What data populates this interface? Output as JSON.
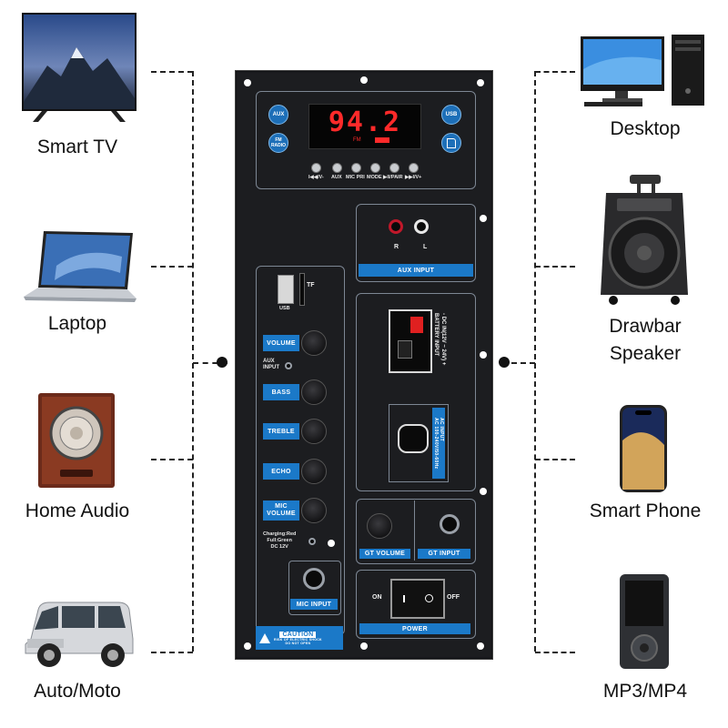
{
  "devices_left": [
    {
      "label": "Smart TV",
      "icon": "smart-tv-icon"
    },
    {
      "label": "Laptop",
      "icon": "laptop-icon"
    },
    {
      "label": "Home Audio",
      "icon": "home-audio-icon"
    },
    {
      "label": "Auto/Moto",
      "icon": "car-icon"
    }
  ],
  "devices_right": [
    {
      "label": "Desktop",
      "icon": "desktop-icon"
    },
    {
      "label": "Drawbar\nSpeaker",
      "icon": "drawbar-speaker-icon"
    },
    {
      "label": "Smart Phone",
      "icon": "smartphone-icon"
    },
    {
      "label": "MP3/MP4",
      "icon": "mp3-player-icon"
    }
  ],
  "panel": {
    "display": {
      "value": "94.2",
      "sub": "FM"
    },
    "aux_button": "AUX",
    "fm_button": "FM\nRADIO",
    "usb_button": "USB",
    "transport_labels": [
      "I◀◀/V-",
      "AUX",
      "MIC PRI",
      "MODE",
      "▶II/PAIR",
      "▶▶I/V+"
    ],
    "aux_input": {
      "label": "AUX INPUT",
      "r": "R",
      "l": "L"
    },
    "tf_label": "TF",
    "usb_label": "USB",
    "controls": [
      {
        "label": "VOLUME"
      },
      {
        "label": "BASS"
      },
      {
        "label": "TREBLE"
      },
      {
        "label": "ECHO"
      },
      {
        "label": "MIC\nVOLUME"
      }
    ],
    "aux_input_small": "AUX\nINPUT",
    "charging_text": "Charging:Red\nFull:Green\nDC 12V",
    "mic_input": "MIC INPUT",
    "dc_input": "- DC IN(12V ~ 24V) +\nBATTERY INPUT",
    "ac_input": "AC INPUT\nAC 100-240V/50-60Hz",
    "gt_volume": "GT VOLUME",
    "gt_input": "GT INPUT",
    "power": {
      "label": "POWER",
      "on": "ON",
      "off": "OFF"
    },
    "caution": {
      "title": "CAUTION",
      "text": "RISK OF ELECTRIC SHOCK\nDO NOT OPEN"
    }
  },
  "colors": {
    "panel": "#1c1d20",
    "accent_blue": "#1b79c8",
    "display_red": "#ff2a2a"
  }
}
